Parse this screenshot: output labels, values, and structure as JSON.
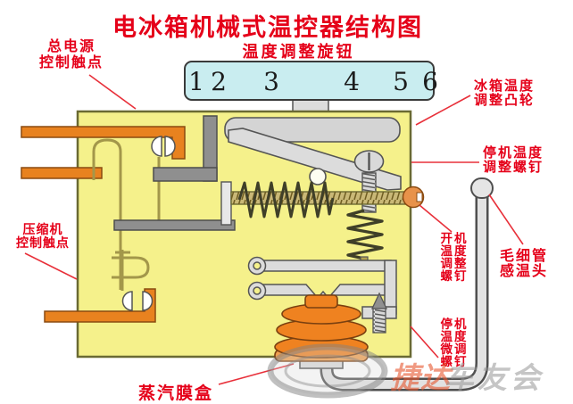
{
  "title": "电冰箱机械式温控器结构图",
  "knob": {
    "caption": "温度调整旋钮",
    "numbers": [
      "1",
      "2",
      "3",
      "4",
      "5",
      "6"
    ]
  },
  "labels": {
    "main_power_contact": {
      "line1": "总电源",
      "line2": "控制触点"
    },
    "compressor_contact": {
      "line1": "压缩机",
      "line2": "控制触点"
    },
    "fridge_temp_cam": {
      "line1": "冰箱温度",
      "line2": "调整凸轮"
    },
    "stop_temp_screw": {
      "line1": "停机温度",
      "line2": "调整螺钉"
    },
    "start_temp_screw": {
      "rows": [
        "开机",
        "温度",
        "调整",
        "螺钉"
      ]
    },
    "capillary_sensor": {
      "line1": "毛细管",
      "line2": "感温头"
    },
    "stop_temp_fine_screw": {
      "rows": [
        "停机",
        "温度",
        "微调",
        "螺钉"
      ]
    },
    "vapor_diaphragm_box": {
      "label": "蒸汽膜盒"
    }
  },
  "watermark": {
    "brand": "捷达",
    "suffix": "车友会"
  },
  "colors": {
    "label_red": "#e50019",
    "body_yellow": "#f5f18b",
    "dial_cyan": "#c9edf0",
    "terminal_orange": "#e8821f",
    "bellows_orange": "#ef8220"
  }
}
